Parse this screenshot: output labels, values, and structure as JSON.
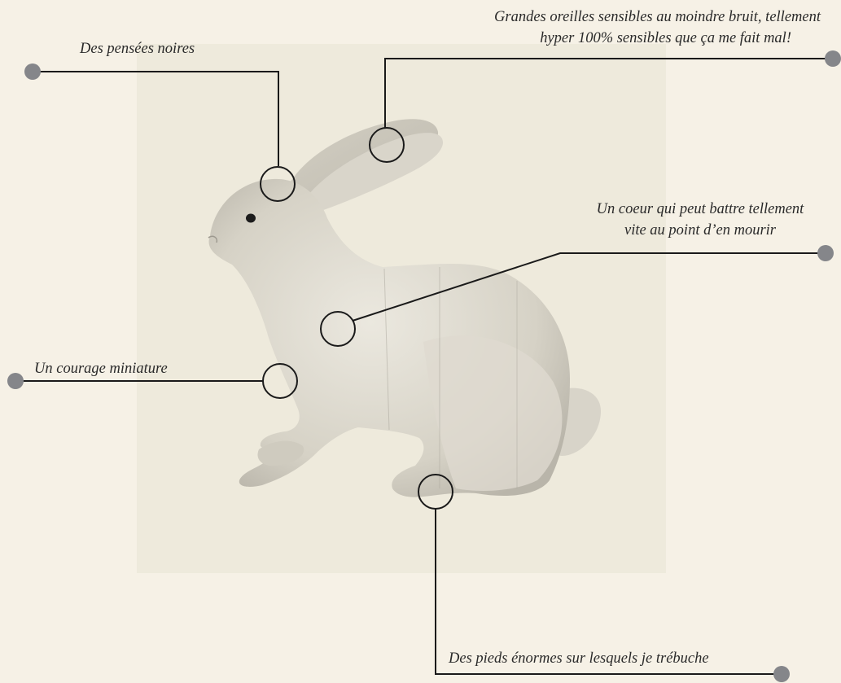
{
  "annotations": [
    {
      "id": "dark-thoughts",
      "lines": [
        "Des pensées noires"
      ]
    },
    {
      "id": "big-ears",
      "lines": [
        "Grandes oreilles sensibles au moindre bruit, tellement",
        "hyper 100% sensibles que ça me fait mal!"
      ]
    },
    {
      "id": "heart",
      "lines": [
        "Un coeur qui peut battre tellement",
        "vite au point d’en mourir"
      ]
    },
    {
      "id": "courage",
      "lines": [
        "Un courage miniature"
      ]
    },
    {
      "id": "feet",
      "lines": [
        "Des pieds énormes sur lesquels je trébuche"
      ]
    }
  ],
  "colors": {
    "background": "#f6f1e6",
    "photo_background": "#eeeadc",
    "rabbit_body": "#dcd8cc",
    "line": "#1a1a1a",
    "dot": "#85868a"
  },
  "icons": {
    "subject": "white-rabbit-figurine",
    "marker": "hollow-circle",
    "endpoint": "grey-dot"
  }
}
